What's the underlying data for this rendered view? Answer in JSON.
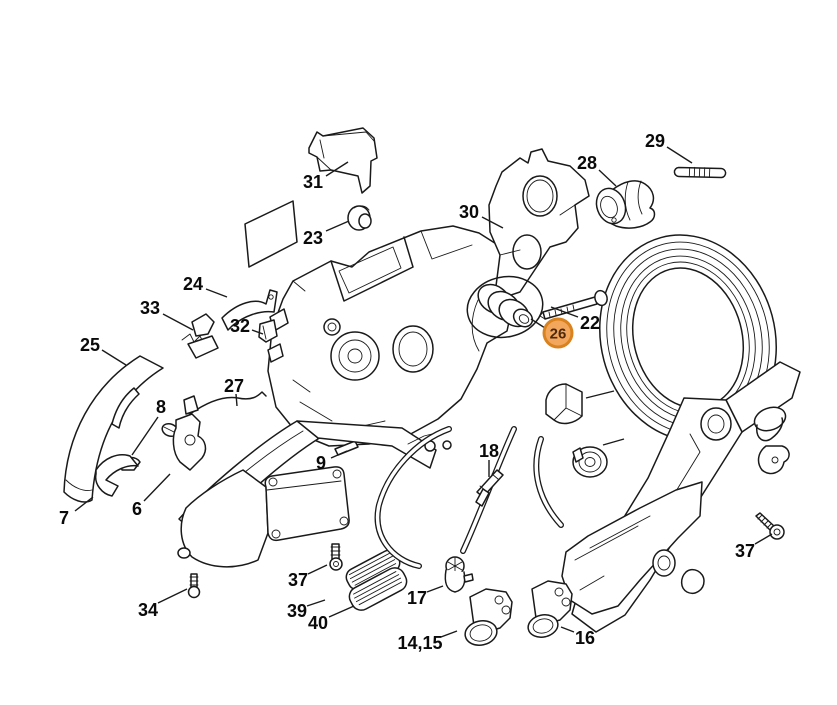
{
  "diagram": {
    "background_color": "#ffffff",
    "line_color": "#1a1a1a",
    "labels": [
      {
        "part": "31",
        "text": "31"
      },
      {
        "part": "23",
        "text": "23"
      },
      {
        "part": "30",
        "text": "30"
      },
      {
        "part": "28",
        "text": "28"
      },
      {
        "part": "29",
        "text": "29"
      },
      {
        "part": "24",
        "text": "24"
      },
      {
        "part": "33",
        "text": "33"
      },
      {
        "part": "32",
        "text": "32"
      },
      {
        "part": "25",
        "text": "25"
      },
      {
        "part": "27",
        "text": "27"
      },
      {
        "part": "8",
        "text": "8"
      },
      {
        "part": "9",
        "text": "9"
      },
      {
        "part": "22",
        "text": "22"
      },
      {
        "part": "18",
        "text": "18"
      },
      {
        "part": "7",
        "text": "7"
      },
      {
        "part": "6",
        "text": "6"
      },
      {
        "part": "37",
        "text": "37"
      },
      {
        "part": "34",
        "text": "34"
      },
      {
        "part": "39",
        "text": "39"
      },
      {
        "part": "40",
        "text": "40"
      },
      {
        "part": "17",
        "text": "17"
      },
      {
        "part": "14,15",
        "text": "14,15"
      },
      {
        "part": "16",
        "text": "16"
      },
      {
        "part": "37",
        "text": "37"
      }
    ],
    "highlight": {
      "part_number": "26",
      "badge_fill": "#f3a75d",
      "badge_border": "#d9821e",
      "badge_text_color": "#4a2a0e",
      "circle_color": "#b5372b"
    }
  }
}
